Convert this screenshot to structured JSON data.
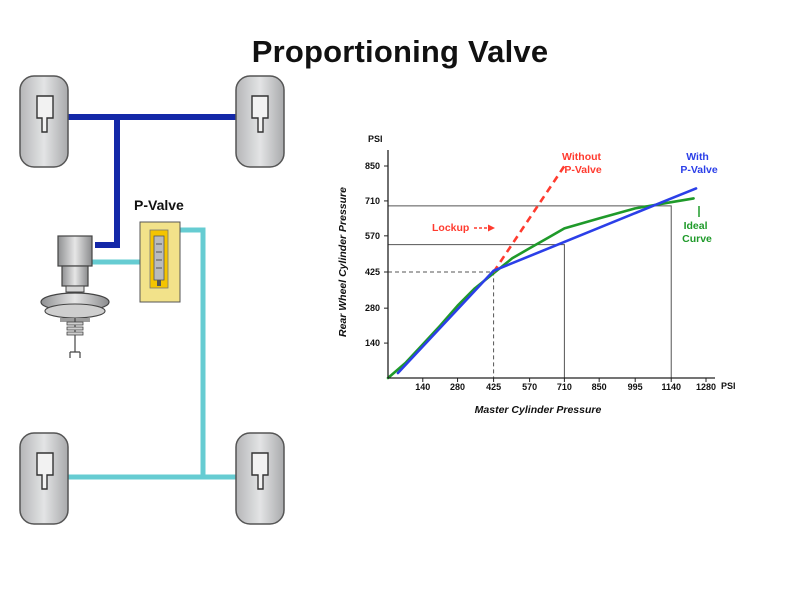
{
  "title": "Proportioning Valve",
  "diagram": {
    "valve_label": "P-Valve",
    "colors": {
      "front_line": "#1428a8",
      "rear_line": "#66ccd2",
      "valve_body": "#f2e28a",
      "valve_core": "#f4c400",
      "tire": "#c9cacc"
    }
  },
  "chart_data": {
    "type": "line",
    "ylabel": "Rear Wheel Cylinder Pressure",
    "xlabel": "Master Cylinder Pressure",
    "y_unit": "PSI",
    "x_unit": "PSI",
    "xlim": [
      0,
      1280
    ],
    "ylim": [
      0,
      850
    ],
    "x_ticks": [
      140,
      280,
      425,
      570,
      710,
      850,
      995,
      1140,
      1280
    ],
    "y_ticks": [
      140,
      280,
      425,
      570,
      710,
      850
    ],
    "series": [
      {
        "name": "Without P-Valve",
        "label_lines": [
          "Without",
          "P-Valve"
        ],
        "color": "#ff3b2f",
        "style": "dashed",
        "points": [
          [
            425,
            425
          ],
          [
            710,
            850
          ]
        ]
      },
      {
        "name": "With P-Valve",
        "label_lines": [
          "With",
          "P-Valve"
        ],
        "color": "#2b3fe8",
        "style": "solid",
        "points": [
          [
            40,
            20
          ],
          [
            425,
            430
          ],
          [
            1140,
            720
          ],
          [
            1240,
            760
          ]
        ]
      },
      {
        "name": "Ideal Curve",
        "label_lines": [
          "Ideal",
          "Curve"
        ],
        "color": "#1f9a2a",
        "style": "solid",
        "points": [
          [
            0,
            0
          ],
          [
            70,
            60
          ],
          [
            140,
            135
          ],
          [
            210,
            210
          ],
          [
            280,
            290
          ],
          [
            350,
            360
          ],
          [
            425,
            420
          ],
          [
            500,
            480
          ],
          [
            570,
            520
          ],
          [
            640,
            560
          ],
          [
            710,
            600
          ],
          [
            850,
            640
          ],
          [
            995,
            680
          ],
          [
            1140,
            705
          ],
          [
            1230,
            720
          ]
        ]
      }
    ],
    "annotations": {
      "lockup": "Lockup",
      "reference_lines": [
        {
          "style": "dashed",
          "x": 425,
          "y": 425
        },
        {
          "style": "solid",
          "x": 710,
          "y": 535
        },
        {
          "style": "solid",
          "x": 1140,
          "y": 690
        }
      ]
    }
  }
}
